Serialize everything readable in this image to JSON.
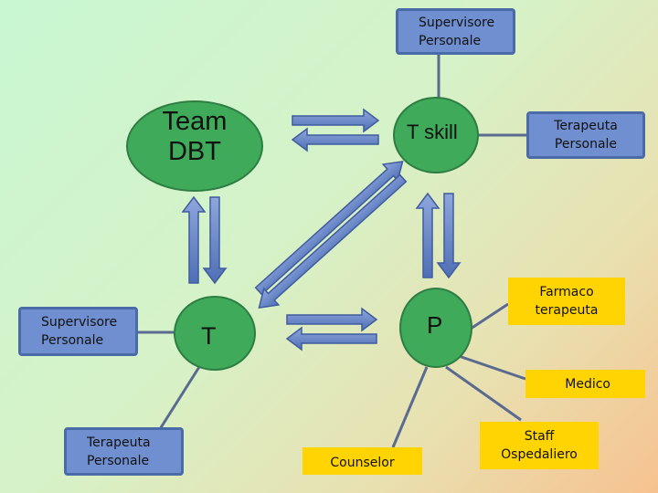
{
  "nodes": {
    "supervisore_top": "Supervisore\nPersonale",
    "team_dbt": "Team\nDBT",
    "t_skill": "T skill",
    "terapeuta_right": "Terapeuta\nPersonale",
    "supervisore_left": "Supervisore\nPersonale",
    "t": "T",
    "p": "P",
    "farmaco": "Farmaco\nterapeuta",
    "medico": "Medico",
    "terapeuta_bottom": "Terapeuta\nPersonale",
    "counselor": "Counselor",
    "staff": "Staff\nOspedaliero"
  },
  "colors": {
    "box_blue": "#6f8fd0",
    "circle_green": "#3faa5a",
    "box_yellow": "#ffd400",
    "line": "#5a6a90",
    "arrow": "#5f7fc4"
  }
}
